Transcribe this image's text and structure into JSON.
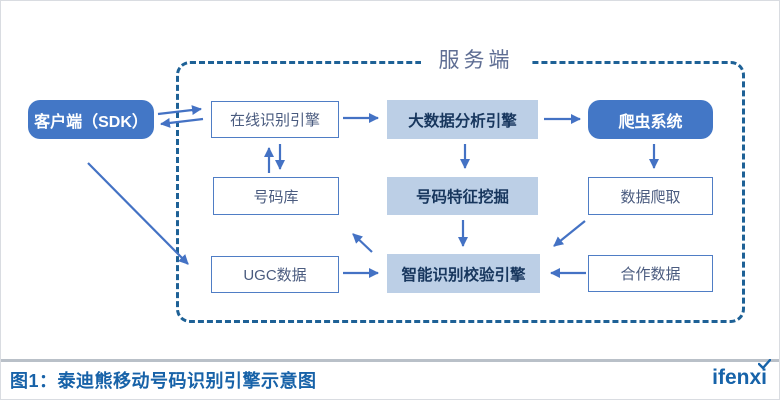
{
  "diagram": {
    "server_group_label": "服务端",
    "nodes": {
      "client": {
        "label": "客户端（SDK）"
      },
      "online_engine": {
        "label": "在线识别引擎"
      },
      "bigdata_engine": {
        "label": "大数据分析引擎"
      },
      "crawler_system": {
        "label": "爬虫系统"
      },
      "number_db": {
        "label": "号码库"
      },
      "feature_mining": {
        "label": "号码特征挖掘"
      },
      "data_crawling": {
        "label": "数据爬取"
      },
      "ugc_data": {
        "label": "UGC数据"
      },
      "smart_engine": {
        "label": "智能识别校验引擎"
      },
      "partner_data": {
        "label": "合作数据"
      }
    },
    "edges": [
      {
        "from": "client",
        "to": "online_engine",
        "type": "bidirectional"
      },
      {
        "from": "online_engine",
        "to": "number_db",
        "type": "bidirectional"
      },
      {
        "from": "online_engine",
        "to": "bigdata_engine",
        "type": "directed"
      },
      {
        "from": "bigdata_engine",
        "to": "crawler_system",
        "type": "directed"
      },
      {
        "from": "bigdata_engine",
        "to": "feature_mining",
        "type": "directed"
      },
      {
        "from": "crawler_system",
        "to": "data_crawling",
        "type": "directed"
      },
      {
        "from": "feature_mining",
        "to": "smart_engine",
        "type": "directed"
      },
      {
        "from": "data_crawling",
        "to": "smart_engine",
        "type": "directed"
      },
      {
        "from": "partner_data",
        "to": "smart_engine",
        "type": "directed"
      },
      {
        "from": "ugc_data",
        "to": "smart_engine",
        "type": "directed"
      },
      {
        "from": "smart_engine",
        "to": "number_db",
        "type": "directed"
      },
      {
        "from": "client",
        "to": "ugc_data",
        "type": "directed"
      }
    ],
    "colors": {
      "solid_node_bg": "#4377c6",
      "light_node_bg": "#bccfe6",
      "outline_node_border": "#4f7dc5",
      "arrow": "#4472c4",
      "dashed_border": "#1e6196",
      "server_label_text": "#5e6d93"
    }
  },
  "footer": {
    "caption": "图1：泰迪熊移动号码识别引擎示意图",
    "logo_text": "ifenxi",
    "accent_color": "#1763a9",
    "caption_color": "#1762a8"
  }
}
